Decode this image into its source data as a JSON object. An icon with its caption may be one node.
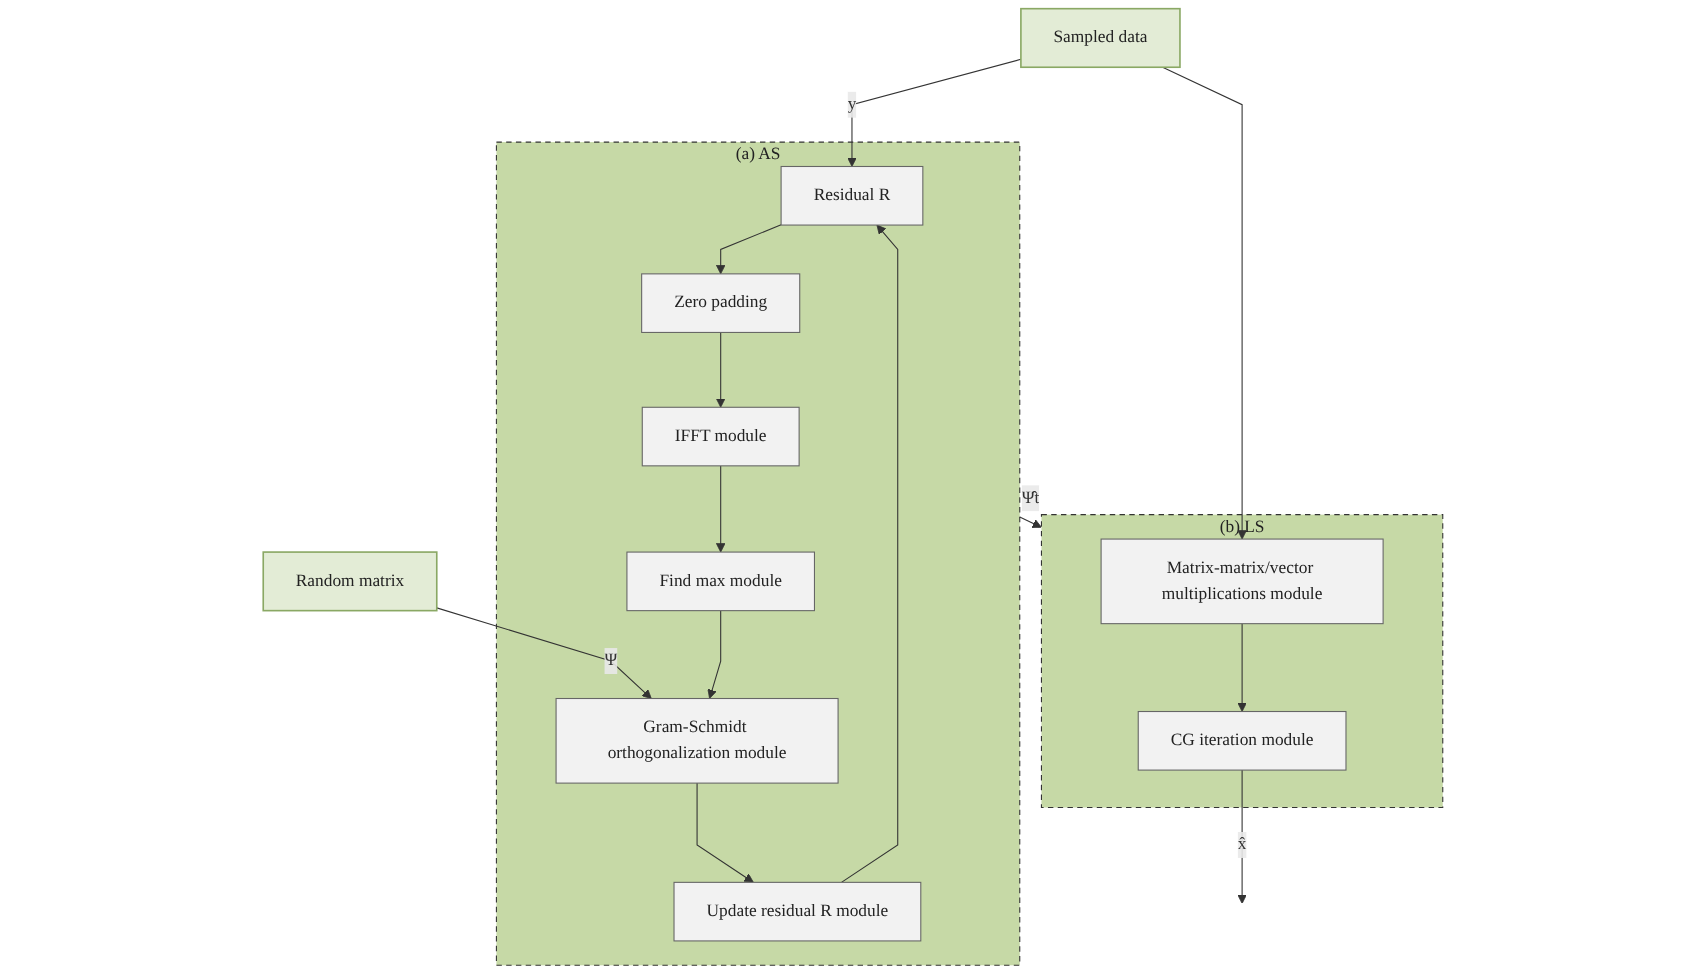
{
  "diagram": {
    "nodes": [
      {
        "text": [
          "Sampled data"
        ]
      },
      {
        "text": [
          "Random matrix"
        ]
      },
      {
        "text": [
          "(a) AS"
        ]
      },
      {
        "text": [
          "Residual R"
        ],
        "in": 2
      },
      {
        "text": [
          "Zero padding"
        ],
        "in": 2
      },
      {
        "text": [
          "IFFT module"
        ],
        "in": 2
      },
      {
        "text": [
          "Find max module"
        ],
        "in": 2
      },
      {
        "text": [
          "Gram-Schmidt orthogonalization module"
        ],
        "in": 2
      },
      {
        "text": [
          "Update residual R module"
        ],
        "in": 2
      },
      {
        "text": [
          "(b) LS"
        ]
      },
      {
        "text": [
          "Matrix-matrix/vector multiplications module"
        ],
        "in": 9
      },
      {
        "text": [
          "CG iteration module"
        ],
        "in": 9
      }
    ],
    "edges": [
      {
        "from": 0,
        "to": 3,
        "arrow": "to",
        "label": "y"
      },
      {
        "from": 0,
        "to": 10,
        "arrow": "to"
      },
      {
        "from": 1,
        "to": 7,
        "arrow": "to",
        "label": "Ψ"
      },
      {
        "from": 3,
        "to": 4,
        "arrow": "to"
      },
      {
        "from": 4,
        "to": 5,
        "arrow": "to"
      },
      {
        "from": 5,
        "to": 6,
        "arrow": "to"
      },
      {
        "from": 6,
        "to": 7,
        "arrow": "to"
      },
      {
        "from": 7,
        "to": 8,
        "arrow": "to"
      },
      {
        "from": 8,
        "to": 3,
        "arrow": "to"
      },
      {
        "from": 2,
        "to": 9,
        "arrow": "to",
        "label": "Ψ̂t"
      },
      {
        "from": 10,
        "to": 11,
        "arrow": "to"
      },
      {
        "from": 11,
        "to": null,
        "arrow": "to",
        "label": "x̂"
      }
    ]
  }
}
